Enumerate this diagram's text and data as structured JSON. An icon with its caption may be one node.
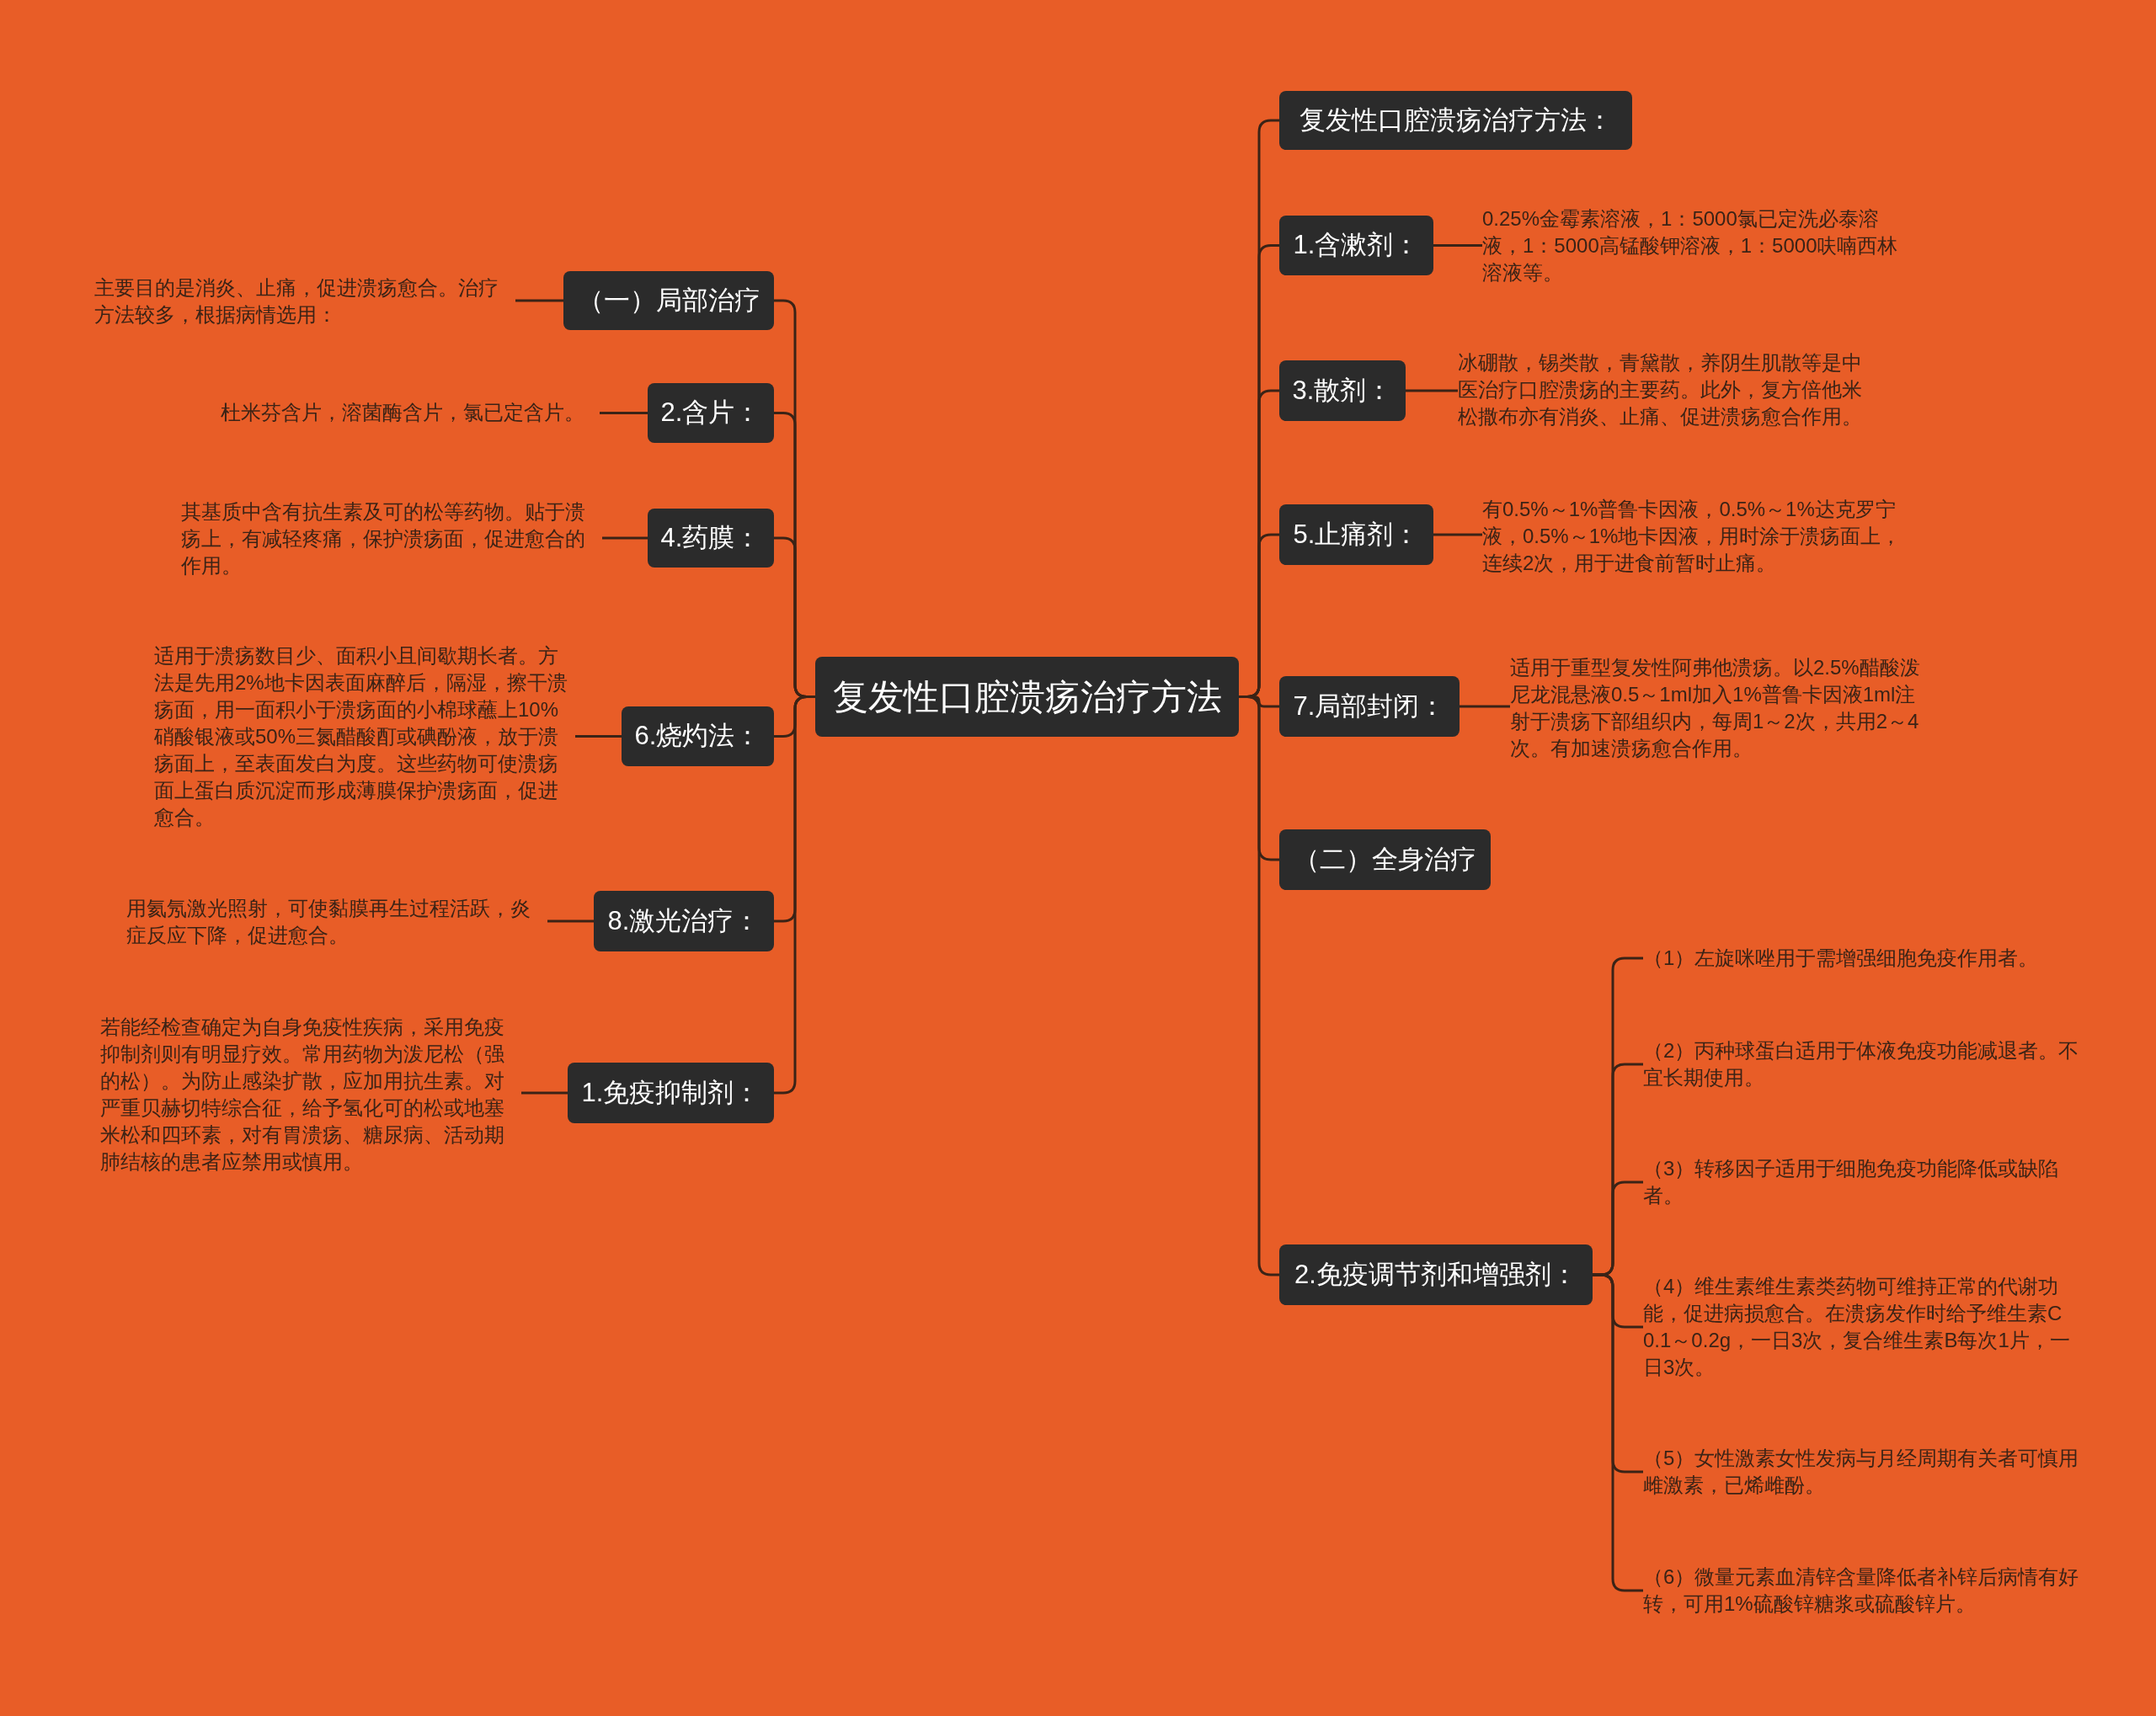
{
  "diagram": {
    "nodes": [
      {
        "text": [
          "复发性口腔溃疡治疗方法"
        ]
      },
      {
        "text": [
          "（一）局部治疗"
        ]
      },
      {
        "text": [
          "主要目的是消炎、止痛，促进溃疡愈合。治疗方法较多，根据病情选用："
        ]
      },
      {
        "text": [
          "2.含片："
        ]
      },
      {
        "text": [
          "杜米芬含片，溶菌酶含片，氯已定含片。"
        ]
      },
      {
        "text": [
          "4.药膜："
        ]
      },
      {
        "text": [
          "其基质中含有抗生素及可的松等药物。贴于溃疡上，有减轻疼痛，保护溃疡面，促进愈合的作用。"
        ]
      },
      {
        "text": [
          "6.烧灼法："
        ]
      },
      {
        "text": [
          "适用于溃疡数目少、面积小且间歇期长者。方法是先用2%地卡因表面麻醉后，隔湿，擦干溃疡面，用一面积小于溃疡面的小棉球蘸上10%硝酸银液或50%三氮醋酸酊或碘酚液，放于溃疡面上，至表面发白为度。这些药物可使溃疡面上蛋白质沉淀而形成薄膜保护溃疡面，促进愈合。"
        ]
      },
      {
        "text": [
          "8.激光治疗："
        ]
      },
      {
        "text": [
          "用氦氖激光照射，可使黏膜再生过程活跃，炎症反应下降，促进愈合。"
        ]
      },
      {
        "text": [
          "1.免疫抑制剂："
        ]
      },
      {
        "text": [
          "若能经检查确定为自身免疫性疾病，采用免疫抑制剂则有明显疗效。常用药物为泼尼松（强的松）。为防止感染扩散，应加用抗生素。对严重贝赫切特综合征，给予氢化可的松或地塞米松和四环素，对有胃溃疡、糖尿病、活动期肺结核的患者应禁用或慎用。"
        ]
      },
      {
        "text": [
          "复发性口腔溃疡治疗方法："
        ]
      },
      {
        "text": [
          "1.含漱剂："
        ]
      },
      {
        "text": [
          "0.25%金霉素溶液，1：5000氯已定洗必泰溶液，1：5000高锰酸钾溶液，1：5000呋喃西林溶液等。"
        ]
      },
      {
        "text": [
          "3.散剂："
        ]
      },
      {
        "text": [
          "冰硼散，锡类散，青黛散，养阴生肌散等是中医治疗口腔溃疡的主要药。此外，复方倍他米松撒布亦有消炎、止痛、促进溃疡愈合作用。"
        ]
      },
      {
        "text": [
          "5.止痛剂："
        ]
      },
      {
        "text": [
          "有0.5%～1%普鲁卡因液，0.5%～1%达克罗宁液，0.5%～1%地卡因液，用时涂于溃疡面上，连续2次，用于进食前暂时止痛。"
        ]
      },
      {
        "text": [
          "7.局部封闭："
        ]
      },
      {
        "text": [
          "适用于重型复发性阿弗他溃疡。以2.5%醋酸泼尼龙混悬液0.5～1ml加入1%普鲁卡因液1ml注射于溃疡下部组织内，每周1～2次，共用2～4次。有加速溃疡愈合作用。"
        ]
      },
      {
        "text": [
          "（二）全身治疗"
        ]
      },
      {
        "text": [
          "2.免疫调节剂和增强剂："
        ]
      },
      {
        "text": [
          "（1）左旋咪唑用于需增强细胞免疫作用者。"
        ]
      },
      {
        "text": [
          "（2）丙种球蛋白适用于体液免疫功能减退者。不宜长期使用。"
        ]
      },
      {
        "text": [
          "（3）转移因子适用于细胞免疫功能降低或缺陷者。"
        ]
      },
      {
        "text": [
          "（4）维生素维生素类药物可维持正常的代谢功能，促进病损愈合。在溃疡发作时给予维生素C 0.1～0.2g，一日3次，复合维生素B每次1片，一日3次。"
        ]
      },
      {
        "text": [
          "（5）女性激素女性发病与月经周期有关者可慎用雌激素，已烯雌酚。"
        ]
      },
      {
        "text": [
          "（6）微量元素血清锌含量降低者补锌后病情有好转，可用1%硫酸锌糖浆或硫酸锌片。"
        ]
      }
    ],
    "edges": [
      {
        "from": 0,
        "to": 1,
        "arrow": "none"
      },
      {
        "from": 1,
        "to": 2,
        "arrow": "none"
      },
      {
        "from": 0,
        "to": 3,
        "arrow": "none"
      },
      {
        "from": 3,
        "to": 4,
        "arrow": "none"
      },
      {
        "from": 0,
        "to": 5,
        "arrow": "none"
      },
      {
        "from": 5,
        "to": 6,
        "arrow": "none"
      },
      {
        "from": 0,
        "to": 7,
        "arrow": "none"
      },
      {
        "from": 7,
        "to": 8,
        "arrow": "none"
      },
      {
        "from": 0,
        "to": 9,
        "arrow": "none"
      },
      {
        "from": 9,
        "to": 10,
        "arrow": "none"
      },
      {
        "from": 0,
        "to": 11,
        "arrow": "none"
      },
      {
        "from": 11,
        "to": 12,
        "arrow": "none"
      },
      {
        "from": 0,
        "to": 13,
        "arrow": "none"
      },
      {
        "from": 0,
        "to": 14,
        "arrow": "none"
      },
      {
        "from": 14,
        "to": 15,
        "arrow": "none"
      },
      {
        "from": 0,
        "to": 16,
        "arrow": "none"
      },
      {
        "from": 16,
        "to": 17,
        "arrow": "none"
      },
      {
        "from": 0,
        "to": 18,
        "arrow": "none"
      },
      {
        "from": 18,
        "to": 19,
        "arrow": "none"
      },
      {
        "from": 0,
        "to": 20,
        "arrow": "none"
      },
      {
        "from": 20,
        "to": 21,
        "arrow": "none"
      },
      {
        "from": 0,
        "to": 22,
        "arrow": "none"
      },
      {
        "from": 0,
        "to": 23,
        "arrow": "none"
      },
      {
        "from": 23,
        "to": 24,
        "arrow": "none"
      },
      {
        "from": 23,
        "to": 25,
        "arrow": "none"
      },
      {
        "from": 23,
        "to": 26,
        "arrow": "none"
      },
      {
        "from": 23,
        "to": 27,
        "arrow": "none"
      },
      {
        "from": 23,
        "to": 28,
        "arrow": "none"
      },
      {
        "from": 23,
        "to": 29,
        "arrow": "none"
      }
    ]
  }
}
